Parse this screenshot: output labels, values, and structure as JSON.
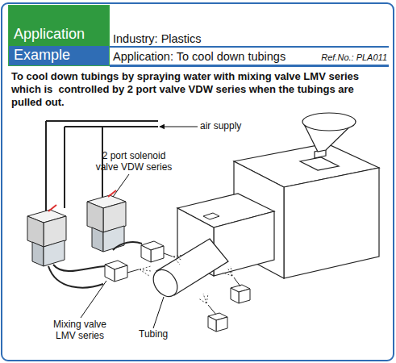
{
  "diagram": {
    "nodes": [
      {
        "text": [
          "Application Example"
        ]
      },
      {
        "text": [
          "Industry: Plastics",
          "Application: To cool down tubings",
          "Ref.No.: PLA011"
        ]
      }
    ],
    "labels": [
      "To cool down tubings by spraying water with mixing valve LMV series which is  controlled by 2 port valve VDW series when the tubings are pulled out.",
      "air supply",
      "2 port solenoid valve VDW series",
      "Mixing valve LMV series",
      "Tubing"
    ]
  }
}
